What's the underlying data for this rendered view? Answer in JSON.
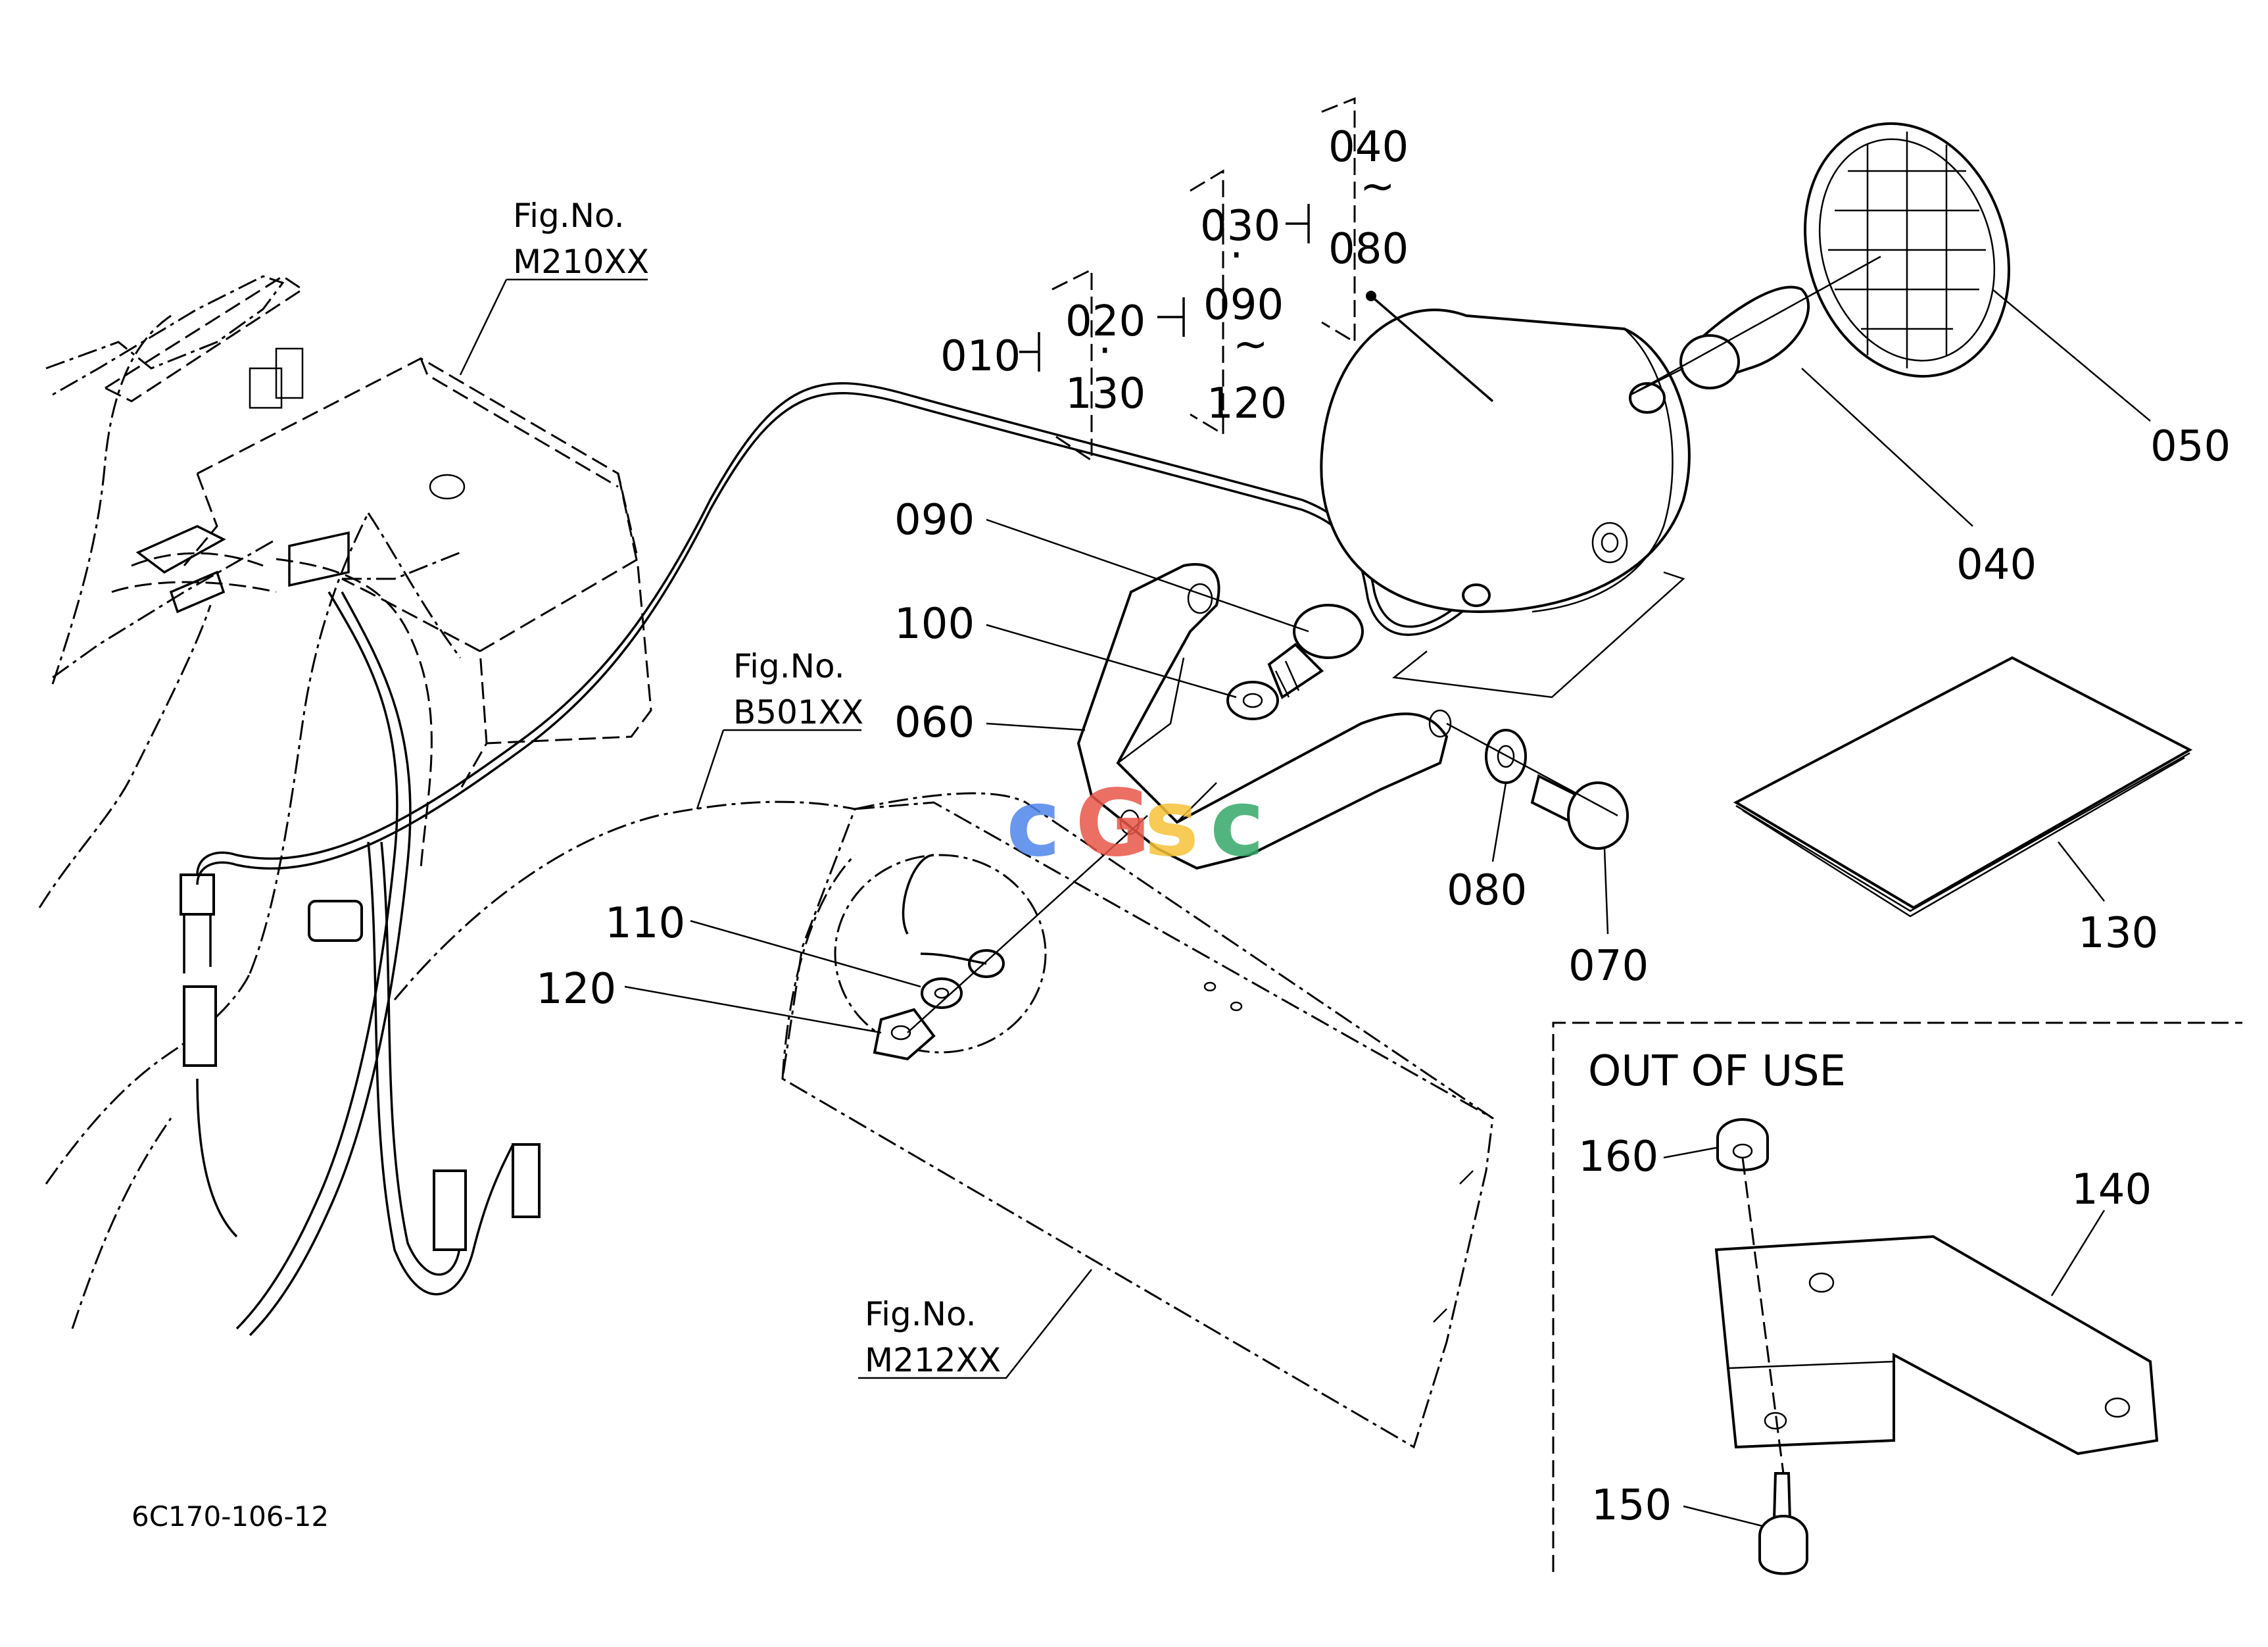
{
  "drawing_code": "6C170-106-12",
  "watermark": {
    "letters": [
      "c",
      "G",
      "s",
      "c"
    ],
    "colors": [
      "#4f86ec",
      "#e9574a",
      "#f6c238",
      "#34a96a"
    ]
  },
  "group_labels": {
    "l010": "010",
    "l020": "020",
    "l020_dot": "·",
    "l130a": "130",
    "l030": "030",
    "l030_dot": "·",
    "l090a": "090",
    "l090a_tilde": "~",
    "l120a": "120",
    "l040a": "040",
    "l040a_tilde": "~",
    "l080a": "080"
  },
  "callouts": {
    "c050": "050",
    "c040": "040",
    "c090": "090",
    "c100": "100",
    "c060": "060",
    "c080": "080",
    "c070": "070",
    "c130": "130",
    "c110": "110",
    "c120": "120"
  },
  "fig_refs": [
    {
      "line1": "Fig.No.",
      "line2": "M210XX"
    },
    {
      "line1": "Fig.No.",
      "line2": "B501XX"
    },
    {
      "line1": "Fig.No.",
      "line2": "M212XX"
    }
  ],
  "out_of_use": {
    "title": "OUT  OF  USE",
    "c160": "160",
    "c140": "140",
    "c150": "150"
  }
}
